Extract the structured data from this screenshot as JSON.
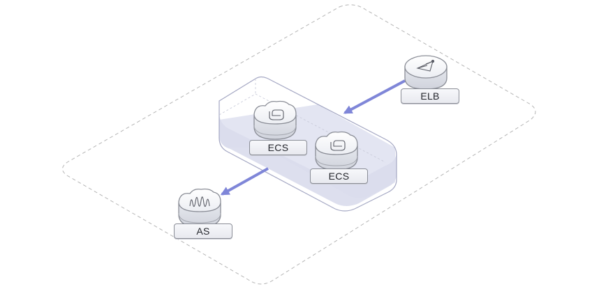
{
  "nodes": {
    "elb": {
      "label": "ELB",
      "icon": "load-balancer-icon"
    },
    "ecs_1": {
      "label": "ECS",
      "icon": "server-clip-icon"
    },
    "ecs_2": {
      "label": "ECS",
      "icon": "server-clip-icon"
    },
    "as": {
      "label": "AS",
      "icon": "auto-scaling-wave-icon"
    }
  },
  "colors": {
    "arrow": "#7f86d8",
    "node_stroke": "#8a8d96",
    "group_fill": "#e3e5f2",
    "group_stroke": "#a4a7c3",
    "boundary": "#b5b5b5"
  }
}
